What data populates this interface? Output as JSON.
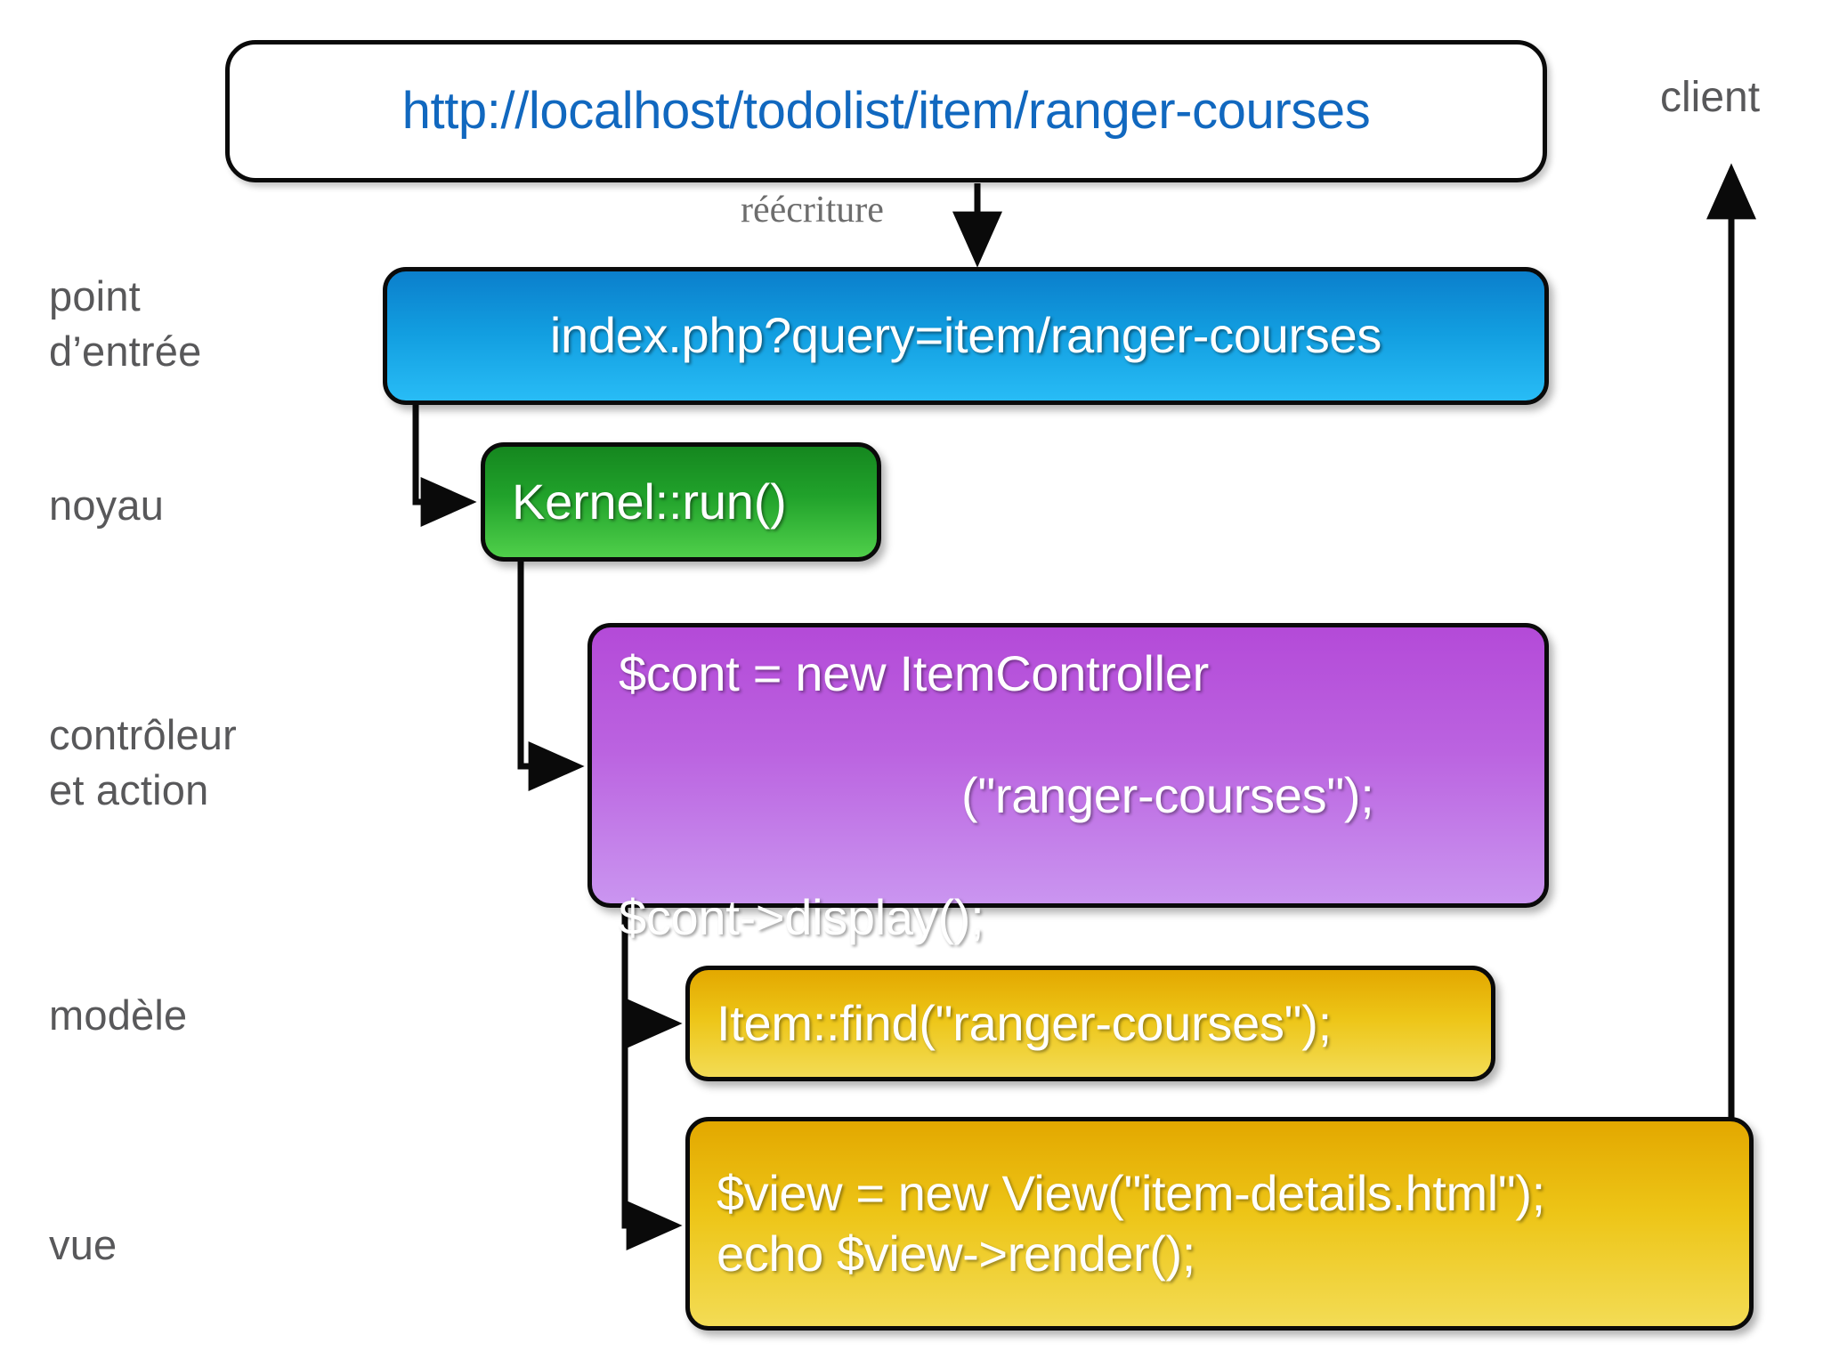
{
  "diagram": {
    "title_url": "http://localhost/todolist/item/ranger-courses",
    "client_label": "client",
    "rewrite_label": "réécriture",
    "colors": {
      "url_text": "#1168bf",
      "entry_point": "#129ee0",
      "kernel": "#21a22b",
      "controller": "#bb63e0",
      "model": "#edc517",
      "view": "#edc517",
      "label_gray": "#58585a",
      "stroke": "#0a0a0a"
    },
    "rail": [
      {
        "id": "point-entree",
        "label": "point\nd’entrée"
      },
      {
        "id": "noyau",
        "label": "noyau"
      },
      {
        "id": "controleur",
        "label": "contrôleur\net action"
      },
      {
        "id": "modele",
        "label": "modèle"
      },
      {
        "id": "vue",
        "label": "vue"
      }
    ],
    "nodes": {
      "url": {
        "text": "http://localhost/todolist/item/ranger-courses"
      },
      "entry": {
        "text": "index.php?query=item/ranger-courses"
      },
      "kernel": {
        "text": "Kernel::run()"
      },
      "controller": {
        "line1": "$cont = new ItemController",
        "line2": "(\"ranger-courses\");",
        "line3": "$cont->display();"
      },
      "model": {
        "text": "Item::find(\"ranger-courses\");"
      },
      "view": {
        "text": "$view = new View(\"item-details.html\");\necho $view->render();"
      }
    }
  }
}
